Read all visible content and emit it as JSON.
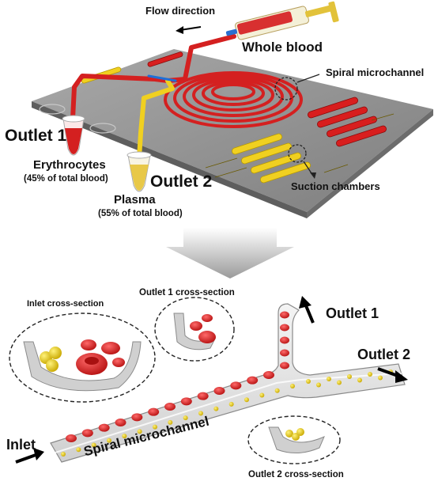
{
  "labels": {
    "flow_direction": "Flow direction",
    "whole_blood": "Whole blood",
    "spiral_microchannel_top": "Spiral microchannel",
    "outlet1_top": "Outlet 1",
    "erythrocytes": "Erythrocytes",
    "erythrocytes_pct": "(45% of total blood)",
    "outlet2_top": "Outlet 2",
    "plasma": "Plasma",
    "plasma_pct": "(55% of total blood)",
    "suction_chambers": "Suction chambers",
    "inlet_cross_section": "Inlet cross-section",
    "outlet1_cross_section": "Outlet 1 cross-section",
    "outlet1_bottom": "Outlet 1",
    "outlet2_bottom": "Outlet 2",
    "inlet": "Inlet",
    "spiral_microchannel_bottom": "Spiral microchannel",
    "outlet2_cross_section": "Outlet 2 cross-section"
  },
  "colors": {
    "rbc": "#d81e1e",
    "plasma": "#e8d23a",
    "chip": "#8f8f8f",
    "tube_red": "#d42020",
    "tube_yellow": "#f0d020"
  }
}
